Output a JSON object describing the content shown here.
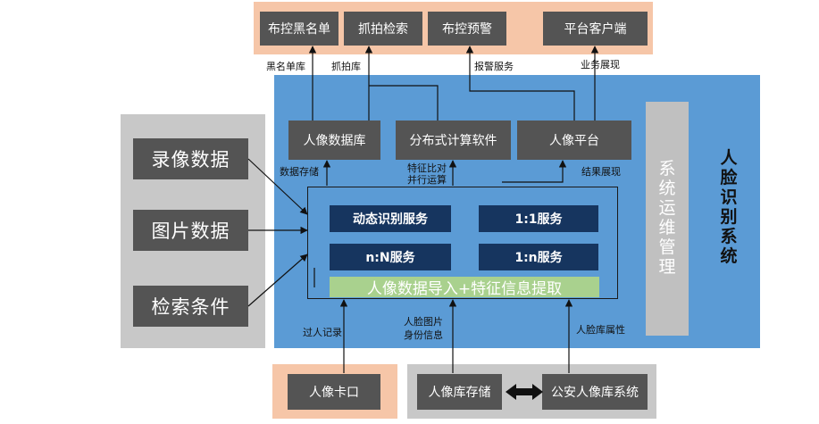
{
  "top_boxes": [
    "布控黑名单",
    "抓拍检索",
    "布控预警",
    "平台客户端"
  ],
  "top_labels": [
    "黑名单库",
    "抓拍库",
    "报警服务",
    "业务展现"
  ],
  "mid_boxes": [
    "人像数据库",
    "分布式计算软件",
    "人像平台"
  ],
  "mid_labels": {
    "data_storage": "数据存储",
    "feature_compare_line1": "特征比对",
    "feature_compare_line2": "并行运算",
    "result_display": "结果展现"
  },
  "inputs": [
    "录像数据",
    "图片数据",
    "检索条件"
  ],
  "services": [
    "动态识别服务",
    "1:1服务",
    "n:N服务",
    "1:n服务"
  ],
  "import_bar": "人像数据导入+特征信息提取",
  "ops_title": "系统运维管理",
  "system_title": "人脸识别系统",
  "bottom_labels": {
    "pass_record": "过人记录",
    "face_image_line1": "人脸图片",
    "face_image_line2": "身份信息",
    "face_attr": "人脸库属性"
  },
  "bottom_boxes": {
    "checkpoint": "人像卡口",
    "storage": "人像库存储",
    "public_security": "公安人像库系统"
  },
  "colors": {
    "peach": "#f6c6a8",
    "gray_panel": "#c8c8c8",
    "blue_panel": "#5b9bd5",
    "dark_box": "#545454",
    "navy_box": "#16355f",
    "green_bar": "#a9d18e"
  }
}
